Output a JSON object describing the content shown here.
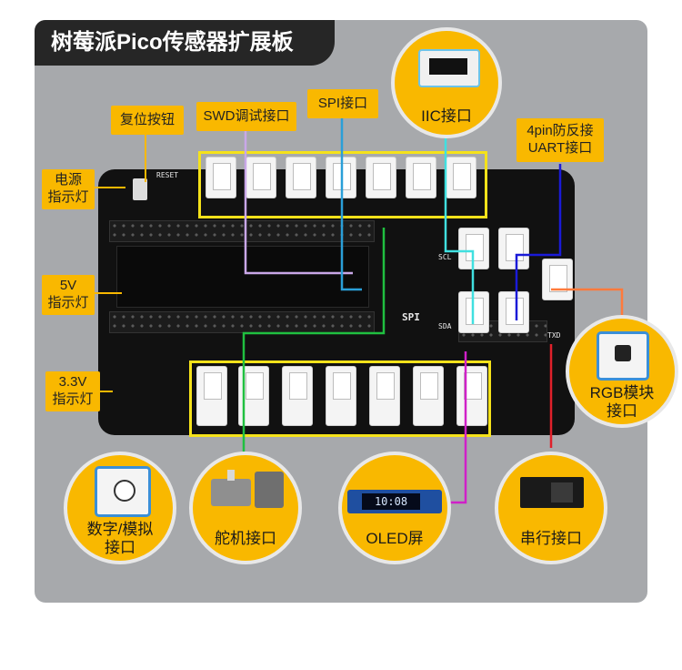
{
  "title": "树莓派Pico传感器扩展板",
  "labels": {
    "reset_button": "复位按钮",
    "power_led": "电源\n指示灯",
    "swd": "SWD调试接口",
    "spi": "SPI接口",
    "iic": "IIC接口",
    "uart": "4pin防反接\nUART接口",
    "led_5v": "5V\n指示灯",
    "led_33v": "3.3V\n指示灯",
    "rgb": "RGB模块\n接口",
    "digital_analog": "数字/模拟\n接口",
    "servo": "舵机接口",
    "oled": "OLED屏",
    "serial": "串行接口"
  },
  "silkscreen": {
    "reset": "RESET",
    "oled_text": "10:08",
    "spi_mark": "SPI",
    "scl": "SCL",
    "sda": "SDA",
    "txd": "TXD"
  },
  "colors": {
    "accent": "#f9b800",
    "panel": "#a7a9ac",
    "box": "#f5e21a",
    "swd_line": "#c9a7e8",
    "spi_line": "#2a9fd8",
    "iic_line": "#40e0e0",
    "uart_line": "#1a1ad8",
    "rgb_line": "#ff7a3c",
    "serial_line": "#e0202a",
    "oled_line": "#d020c8",
    "servo_line": "#20c040"
  }
}
